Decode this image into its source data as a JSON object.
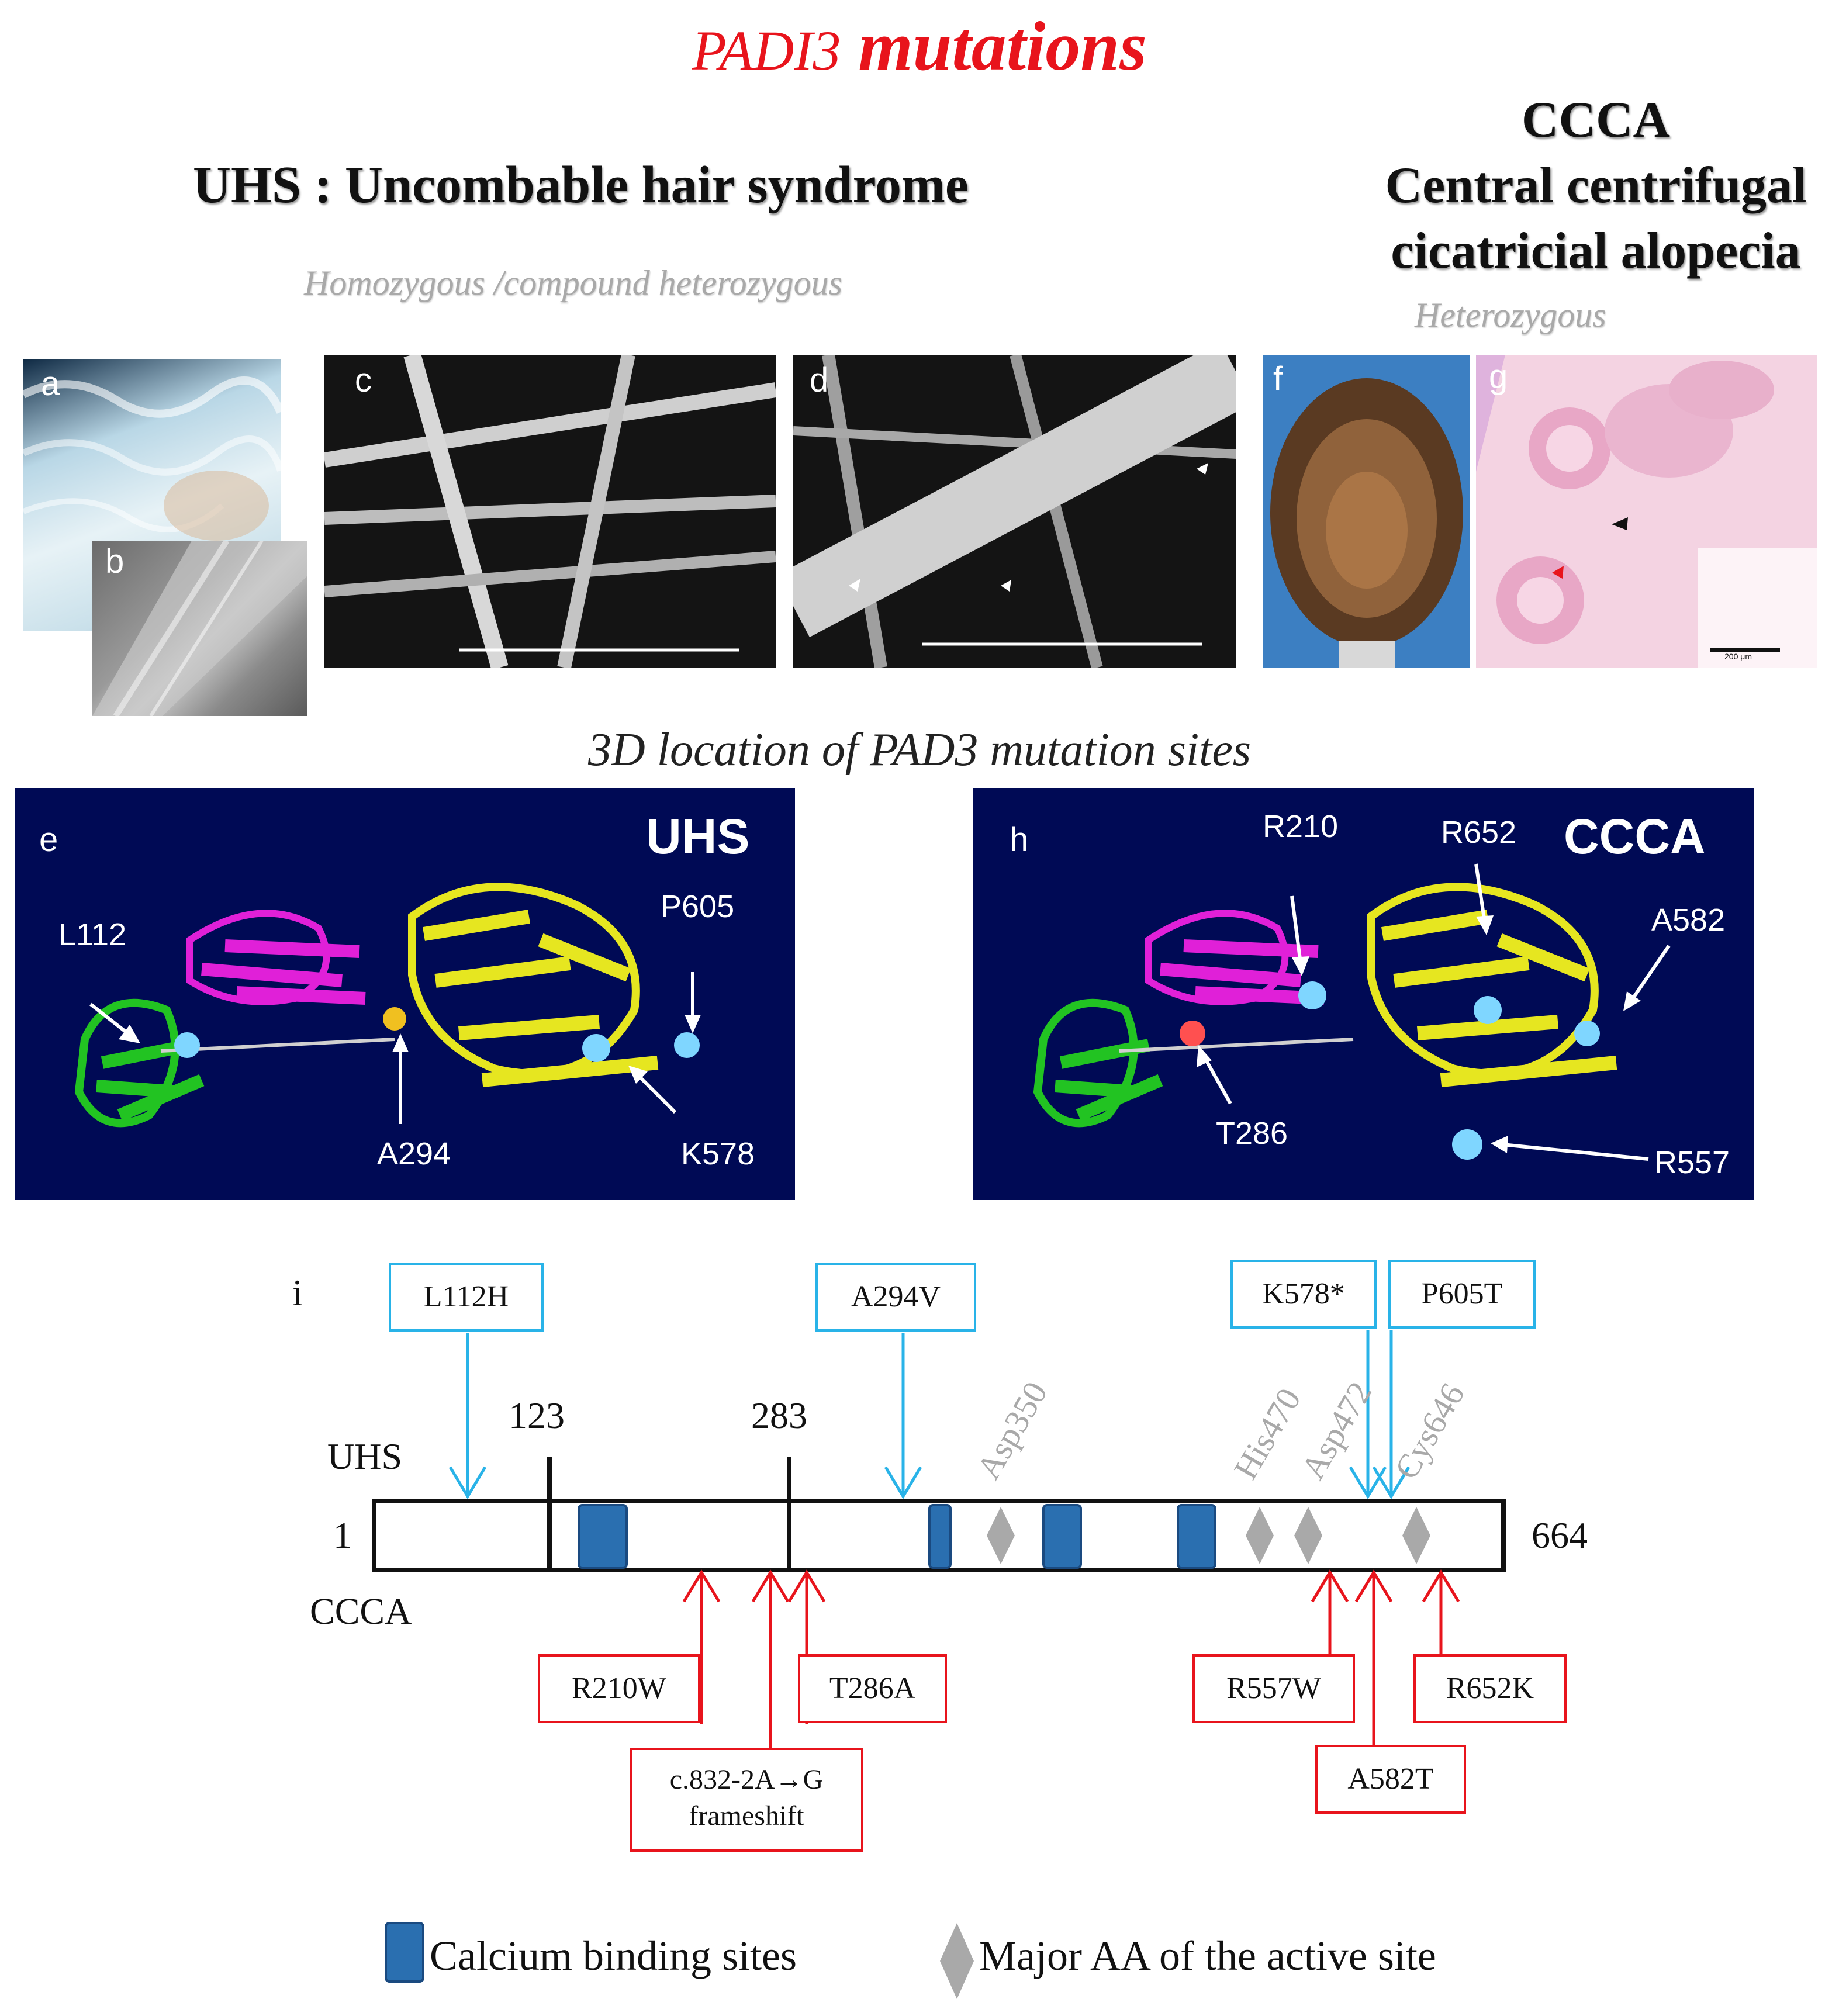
{
  "title": {
    "gene": "PADI3",
    "rest": "mutations"
  },
  "uhs_header": {
    "abbr": "UHS",
    "sep": ":",
    "full": "Uncombable  hair syndrome"
  },
  "uhs_inheritance": "Homozygous /compound heterozygous",
  "ccca_header": {
    "abbr": "CCCA",
    "line1": "Central centrifugal",
    "line2": "cicatricial  alopecia"
  },
  "ccca_inheritance": "Heterozygous",
  "panels": {
    "a": "a",
    "b": "b",
    "c": "c",
    "d": "d",
    "f": "f",
    "g": "g",
    "g_scalebar": "200 μm",
    "e": "e",
    "h": "h",
    "i": "i"
  },
  "section_title": "3D location of PAD3 mutation sites",
  "structure_uhs": {
    "label": "UHS",
    "sites": [
      "L112",
      "A294",
      "P605",
      "K578"
    ]
  },
  "structure_ccca": {
    "label": "CCCA",
    "sites": [
      "R210",
      "R652",
      "A582",
      "T286",
      "R557"
    ]
  },
  "domain_map": {
    "row_labels": {
      "uhs": "UHS",
      "ccca": "CCCA"
    },
    "start": "1",
    "end": "664",
    "boundary1": "123",
    "boundary2": "283",
    "uhs_mutations": [
      "L112H",
      "A294V",
      "K578*",
      "P605T"
    ],
    "ccca_mutations": [
      "R210W",
      "T286A",
      "R557W",
      "R652K",
      "A582T"
    ],
    "splice_mutation": {
      "line1": "c.832-2A→G",
      "line2": "frameshift"
    },
    "active_site": [
      "Asp350",
      "His470",
      "Asp472",
      "Cys646"
    ]
  },
  "legend": {
    "calcium": "Calcium binding sites",
    "active": "Major AA of the active site"
  },
  "colors": {
    "title": "#e8141c",
    "uhs": "#29b3e8",
    "ccca": "#e8141c",
    "calcium": "#2a6fb0",
    "active": "#a9a9a9",
    "structure_bg": "#000a55"
  }
}
